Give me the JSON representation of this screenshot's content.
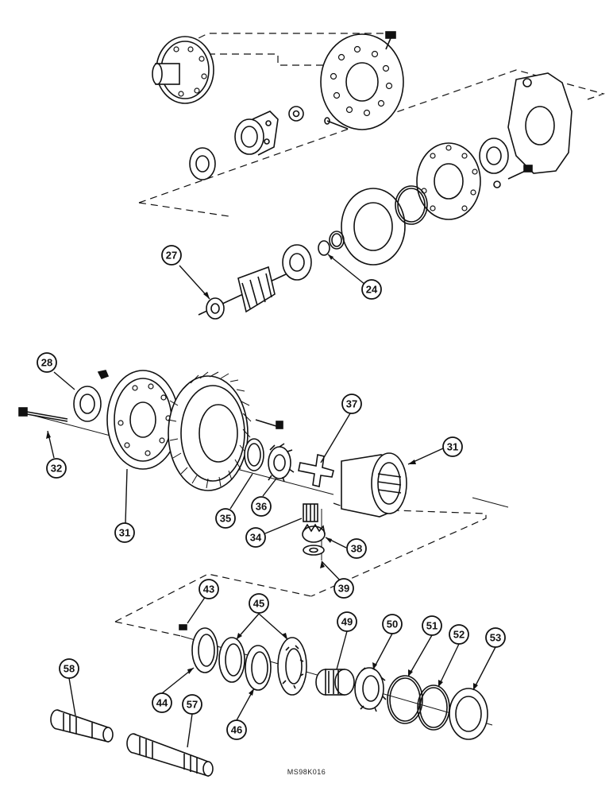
{
  "drawing_code": "MS98K016",
  "callouts": [
    {
      "id": "c27",
      "label": "27"
    },
    {
      "id": "c24",
      "label": "24"
    },
    {
      "id": "c28",
      "label": "28"
    },
    {
      "id": "c32",
      "label": "32"
    },
    {
      "id": "c31a",
      "label": "31"
    },
    {
      "id": "c37",
      "label": "37"
    },
    {
      "id": "c31b",
      "label": "31"
    },
    {
      "id": "c35",
      "label": "35"
    },
    {
      "id": "c36",
      "label": "36"
    },
    {
      "id": "c34",
      "label": "34"
    },
    {
      "id": "c38",
      "label": "38"
    },
    {
      "id": "c39",
      "label": "39"
    },
    {
      "id": "c43",
      "label": "43"
    },
    {
      "id": "c45",
      "label": "45"
    },
    {
      "id": "c49",
      "label": "49"
    },
    {
      "id": "c50",
      "label": "50"
    },
    {
      "id": "c51",
      "label": "51"
    },
    {
      "id": "c52",
      "label": "52"
    },
    {
      "id": "c53",
      "label": "53"
    },
    {
      "id": "c58",
      "label": "58"
    },
    {
      "id": "c44",
      "label": "44"
    },
    {
      "id": "c46",
      "label": "46"
    },
    {
      "id": "c57",
      "label": "57"
    }
  ]
}
